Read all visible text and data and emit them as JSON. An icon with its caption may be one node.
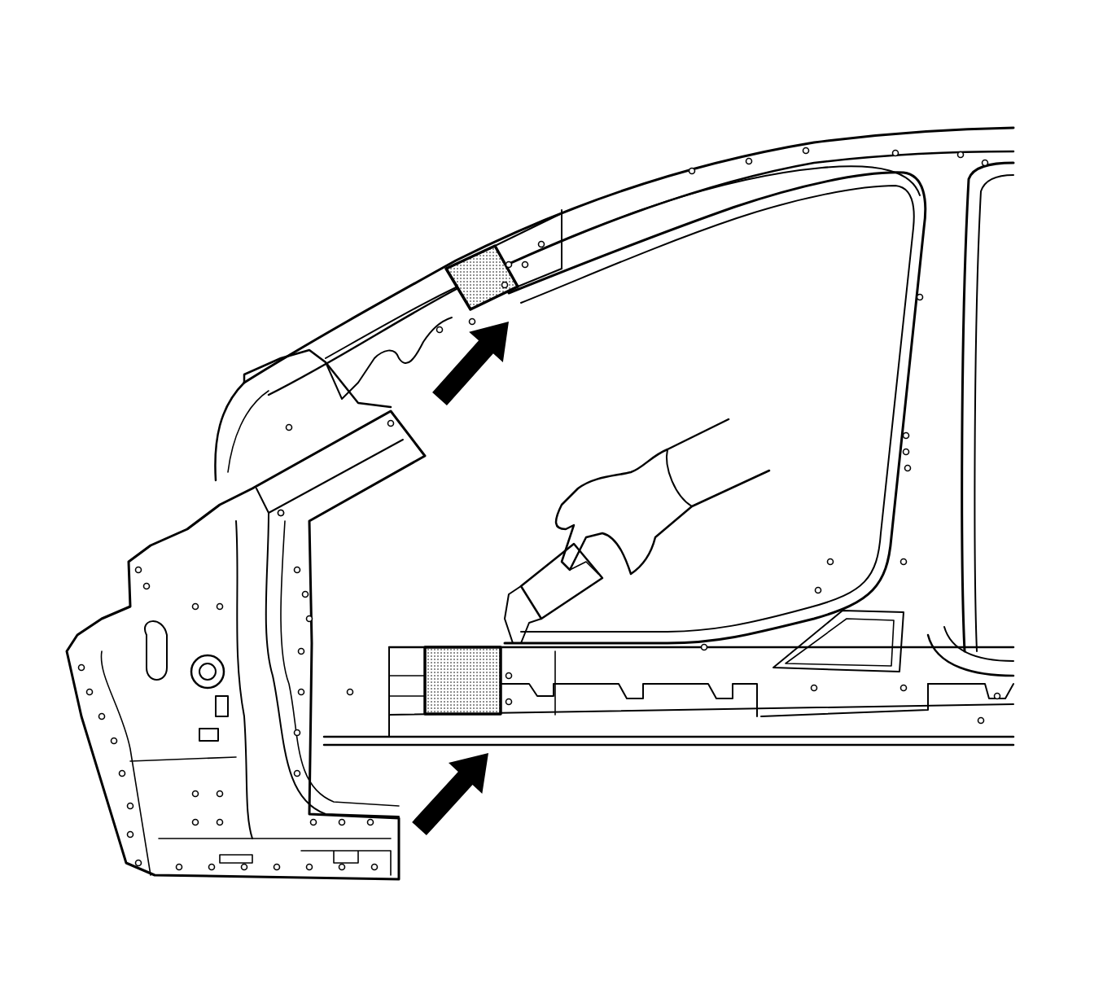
{
  "diagram": {
    "nodes": [
      {
        "text": [],
        "shape": "picture"
      },
      {
        "text": [],
        "shape": "picture"
      },
      {
        "text": [],
        "shape": "picture",
        "in": 0
      }
    ],
    "edges": [
      {
        "from": 1,
        "to": 0,
        "arrow": "to"
      },
      {
        "from": 1,
        "to": 0,
        "arrow": "to"
      }
    ]
  }
}
